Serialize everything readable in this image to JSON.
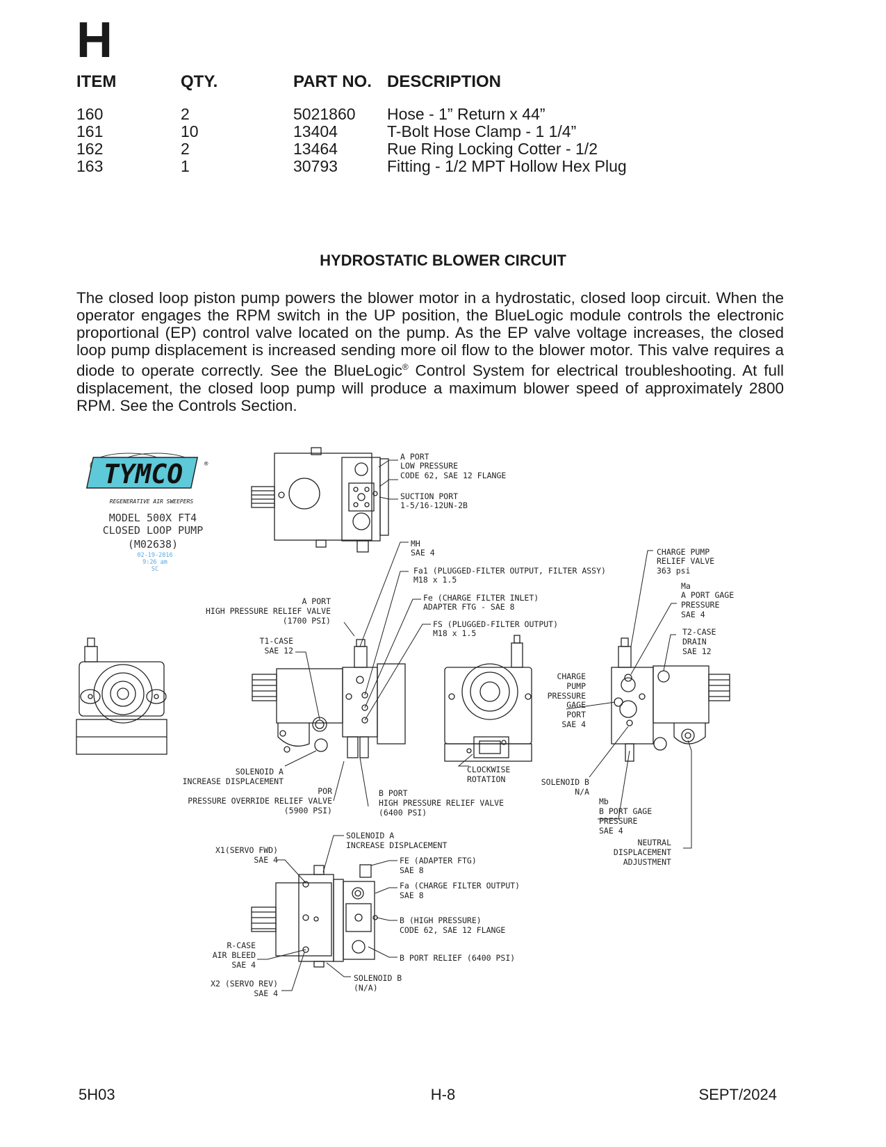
{
  "section_letter": "H",
  "parts_table": {
    "headers": {
      "item": "ITEM",
      "qty": "QTY.",
      "part_no": "PART NO.",
      "description": "DESCRIPTION"
    },
    "rows": [
      {
        "item": "160",
        "qty": "2",
        "part_no": "5021860",
        "description": "Hose - 1” Return x 44”"
      },
      {
        "item": "161",
        "qty": "10",
        "part_no": "13404",
        "description": "T-Bolt Hose Clamp - 1 1/4”"
      },
      {
        "item": "162",
        "qty": "2",
        "part_no": "13464",
        "description": "Rue Ring Locking Cotter - 1/2"
      },
      {
        "item": "163",
        "qty": "1",
        "part_no": "30793",
        "description": "Fitting - 1/2 MPT Hollow Hex Plug"
      }
    ]
  },
  "circuit": {
    "title": "HYDROSTATIC BLOWER CIRCUIT",
    "body_before": "The closed loop piston pump powers the blower motor in a hydrostatic, closed loop circuit. When the operator engages the RPM switch in the UP position, the BlueLogic module controls the electronic proportional (EP) control valve located on the pump. As the EP valve voltage increases, the closed loop pump displacement is increased sending more oil flow to the blower motor. This valve requires a diode to operate correctly. See the BlueLogic",
    "body_reg": "®",
    "body_after": " Control System for electrical troubleshooting. At full displacement, the closed loop pump will produce a maximum blower speed of approximately 2800 RPM. See the Controls Section."
  },
  "diagram": {
    "logo_text": "TYMCO",
    "logo_reg": "®",
    "logo_tagline": "REGENERATIVE AIR SWEEPERS",
    "model_line1": "MODEL 500X FT4",
    "model_line2": "CLOSED LOOP PUMP",
    "model_code": "(M02638)",
    "stamp_date": "02-19-2016",
    "stamp_time": "9:26 am",
    "stamp_initials": "SC",
    "labels": {
      "a_port_1": "A PORT",
      "a_port_2": "LOW PRESSURE",
      "a_port_3": "CODE 62, SAE 12 FLANGE",
      "suction_1": "SUCTION PORT",
      "suction_2": "1-5/16-12UN-2B",
      "mh_1": "MH",
      "mh_2": "SAE 4",
      "fa1_1": "Fa1 (PLUGGED-FILTER OUTPUT, FILTER ASSY)",
      "fa1_2": "M18 x 1.5",
      "fe_1": "Fe (CHARGE FILTER INLET)",
      "fe_2": "ADAPTER FTG - SAE 8",
      "fs_1": "FS (PLUGGED-FILTER OUTPUT)",
      "fs_2": "M18 x 1.5",
      "aprv_1": "A PORT",
      "aprv_2": "HIGH PRESSURE RELIEF VALVE",
      "aprv_3": "(1700 PSI)",
      "t1_1": "T1-CASE",
      "t1_2": "SAE 12",
      "cprv_1": "CHARGE PUMP",
      "cprv_2": "RELIEF VALVE",
      "cprv_3": "363 psi",
      "ma_1": "Ma",
      "ma_2": "A PORT GAGE",
      "ma_3": "PRESSURE",
      "ma_4": "SAE 4",
      "t2_1": "T2-CASE",
      "t2_2": "DRAIN",
      "t2_3": "SAE 12",
      "cppg_1": "CHARGE",
      "cppg_2": "PUMP",
      "cppg_3": "PRESSURE",
      "cppg_4": "GAGE",
      "cppg_5": "PORT",
      "cppg_6": "SAE 4",
      "solA_1": "SOLENOID A",
      "solA_2": "INCREASE DISPLACEMENT",
      "por_1": "POR",
      "por_2": "PRESSURE OVERRIDE RELIEF VALVE",
      "por_3": "(5900 PSI)",
      "bport_1": "B PORT",
      "bport_2": "HIGH PRESSURE RELIEF VALVE",
      "bport_3": "(6400 PSI)",
      "cw_1": "CLOCKWISE",
      "cw_2": "ROTATION",
      "solB_1": "SOLENOID B",
      "solB_2": "N/A",
      "mb_1": "Mb",
      "mb_2": "B PORT GAGE",
      "mb_3": "PRESSURE",
      "mb_4": "SAE 4",
      "nda_1": "NEUTRAL",
      "nda_2": "DISPLACEMENT",
      "nda_3": "ADJUSTMENT",
      "solA2_1": "SOLENOID A",
      "solA2_2": "INCREASE DISPLACEMENT",
      "x1_1": "X1(SERVO FWD)",
      "x1_2": "SAE 4",
      "fe2_1": "FE (ADAPTER FTG)",
      "fe2_2": "SAE 8",
      "fa_1": "Fa (CHARGE FILTER OUTPUT)",
      "fa_2": "SAE 8",
      "bhp_1": "B (HIGH PRESSURE)",
      "bhp_2": "CODE 62, SAE 12 FLANGE",
      "rcase_1": "R-CASE",
      "rcase_2": "AIR BLEED",
      "rcase_3": "SAE 4",
      "bpr_1": "B PORT RELIEF (6400 PSI)",
      "x2_1": "X2 (SERVO REV)",
      "x2_2": "SAE 4",
      "solB2_1": "SOLENOID B",
      "solB2_2": "(N/A)"
    }
  },
  "footer": {
    "left": "5H03",
    "center": "H-8",
    "right": "SEPT/2024"
  }
}
